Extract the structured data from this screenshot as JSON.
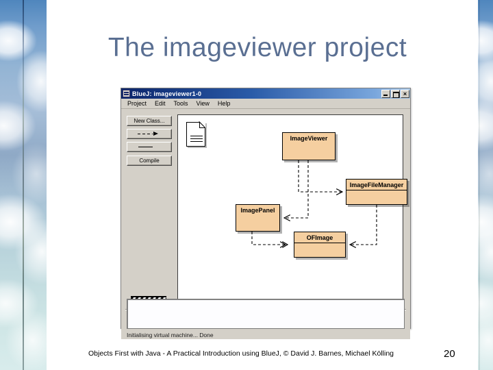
{
  "slide": {
    "title": "The imageviewer project",
    "footer": "Objects First with Java - A Practical Introduction using BlueJ, © David J. Barnes, Michael Kölling",
    "page_number": "20",
    "title_color": "#5a6f92",
    "background_color": "#ffffff",
    "side_strip_color": "#a8c2dc"
  },
  "bluej_window": {
    "titlebar": {
      "title": "BlueJ: imageviewer1-0",
      "icon": "bluej-app-icon",
      "minimize_label": "",
      "maximize_label": "",
      "close_label": "×"
    },
    "menubar": [
      {
        "label": "Project"
      },
      {
        "label": "Edit"
      },
      {
        "label": "Tools"
      },
      {
        "label": "View"
      },
      {
        "label": "Help"
      }
    ],
    "toolbar_buttons": [
      {
        "label": "New Class...",
        "icon": ""
      },
      {
        "label": "",
        "icon": "dashed-arrow-icon"
      },
      {
        "label": "",
        "icon": "solid-arrow-icon"
      },
      {
        "label": "Compile",
        "icon": ""
      }
    ],
    "canvas": {
      "readme_icon": "document-icon",
      "classes": [
        {
          "id": "cls-imageviewer",
          "name": "ImageViewer",
          "uml_divider": false,
          "fill": "#f5cfa0"
        },
        {
          "id": "cls-imagefilemanager",
          "name": "ImageFileManager",
          "uml_divider": true,
          "fill": "#f5cfa0"
        },
        {
          "id": "cls-imagepanel",
          "name": "ImagePanel",
          "uml_divider": false,
          "fill": "#f5cfa0"
        },
        {
          "id": "cls-ofimage",
          "name": "OFImage",
          "uml_divider": true,
          "fill": "#f5cfa0"
        }
      ],
      "dependencies": [
        {
          "from": "ImageViewer",
          "to": "ImageFileManager",
          "style": "dashed"
        },
        {
          "from": "ImageViewer",
          "to": "ImagePanel",
          "style": "dashed"
        },
        {
          "from": "ImagePanel",
          "to": "OFImage",
          "style": "dashed"
        },
        {
          "from": "ImageFileManager",
          "to": "OFImage",
          "style": "dashed"
        }
      ]
    },
    "status": "Initialising virtual machine... Done",
    "terminal_text": ""
  }
}
